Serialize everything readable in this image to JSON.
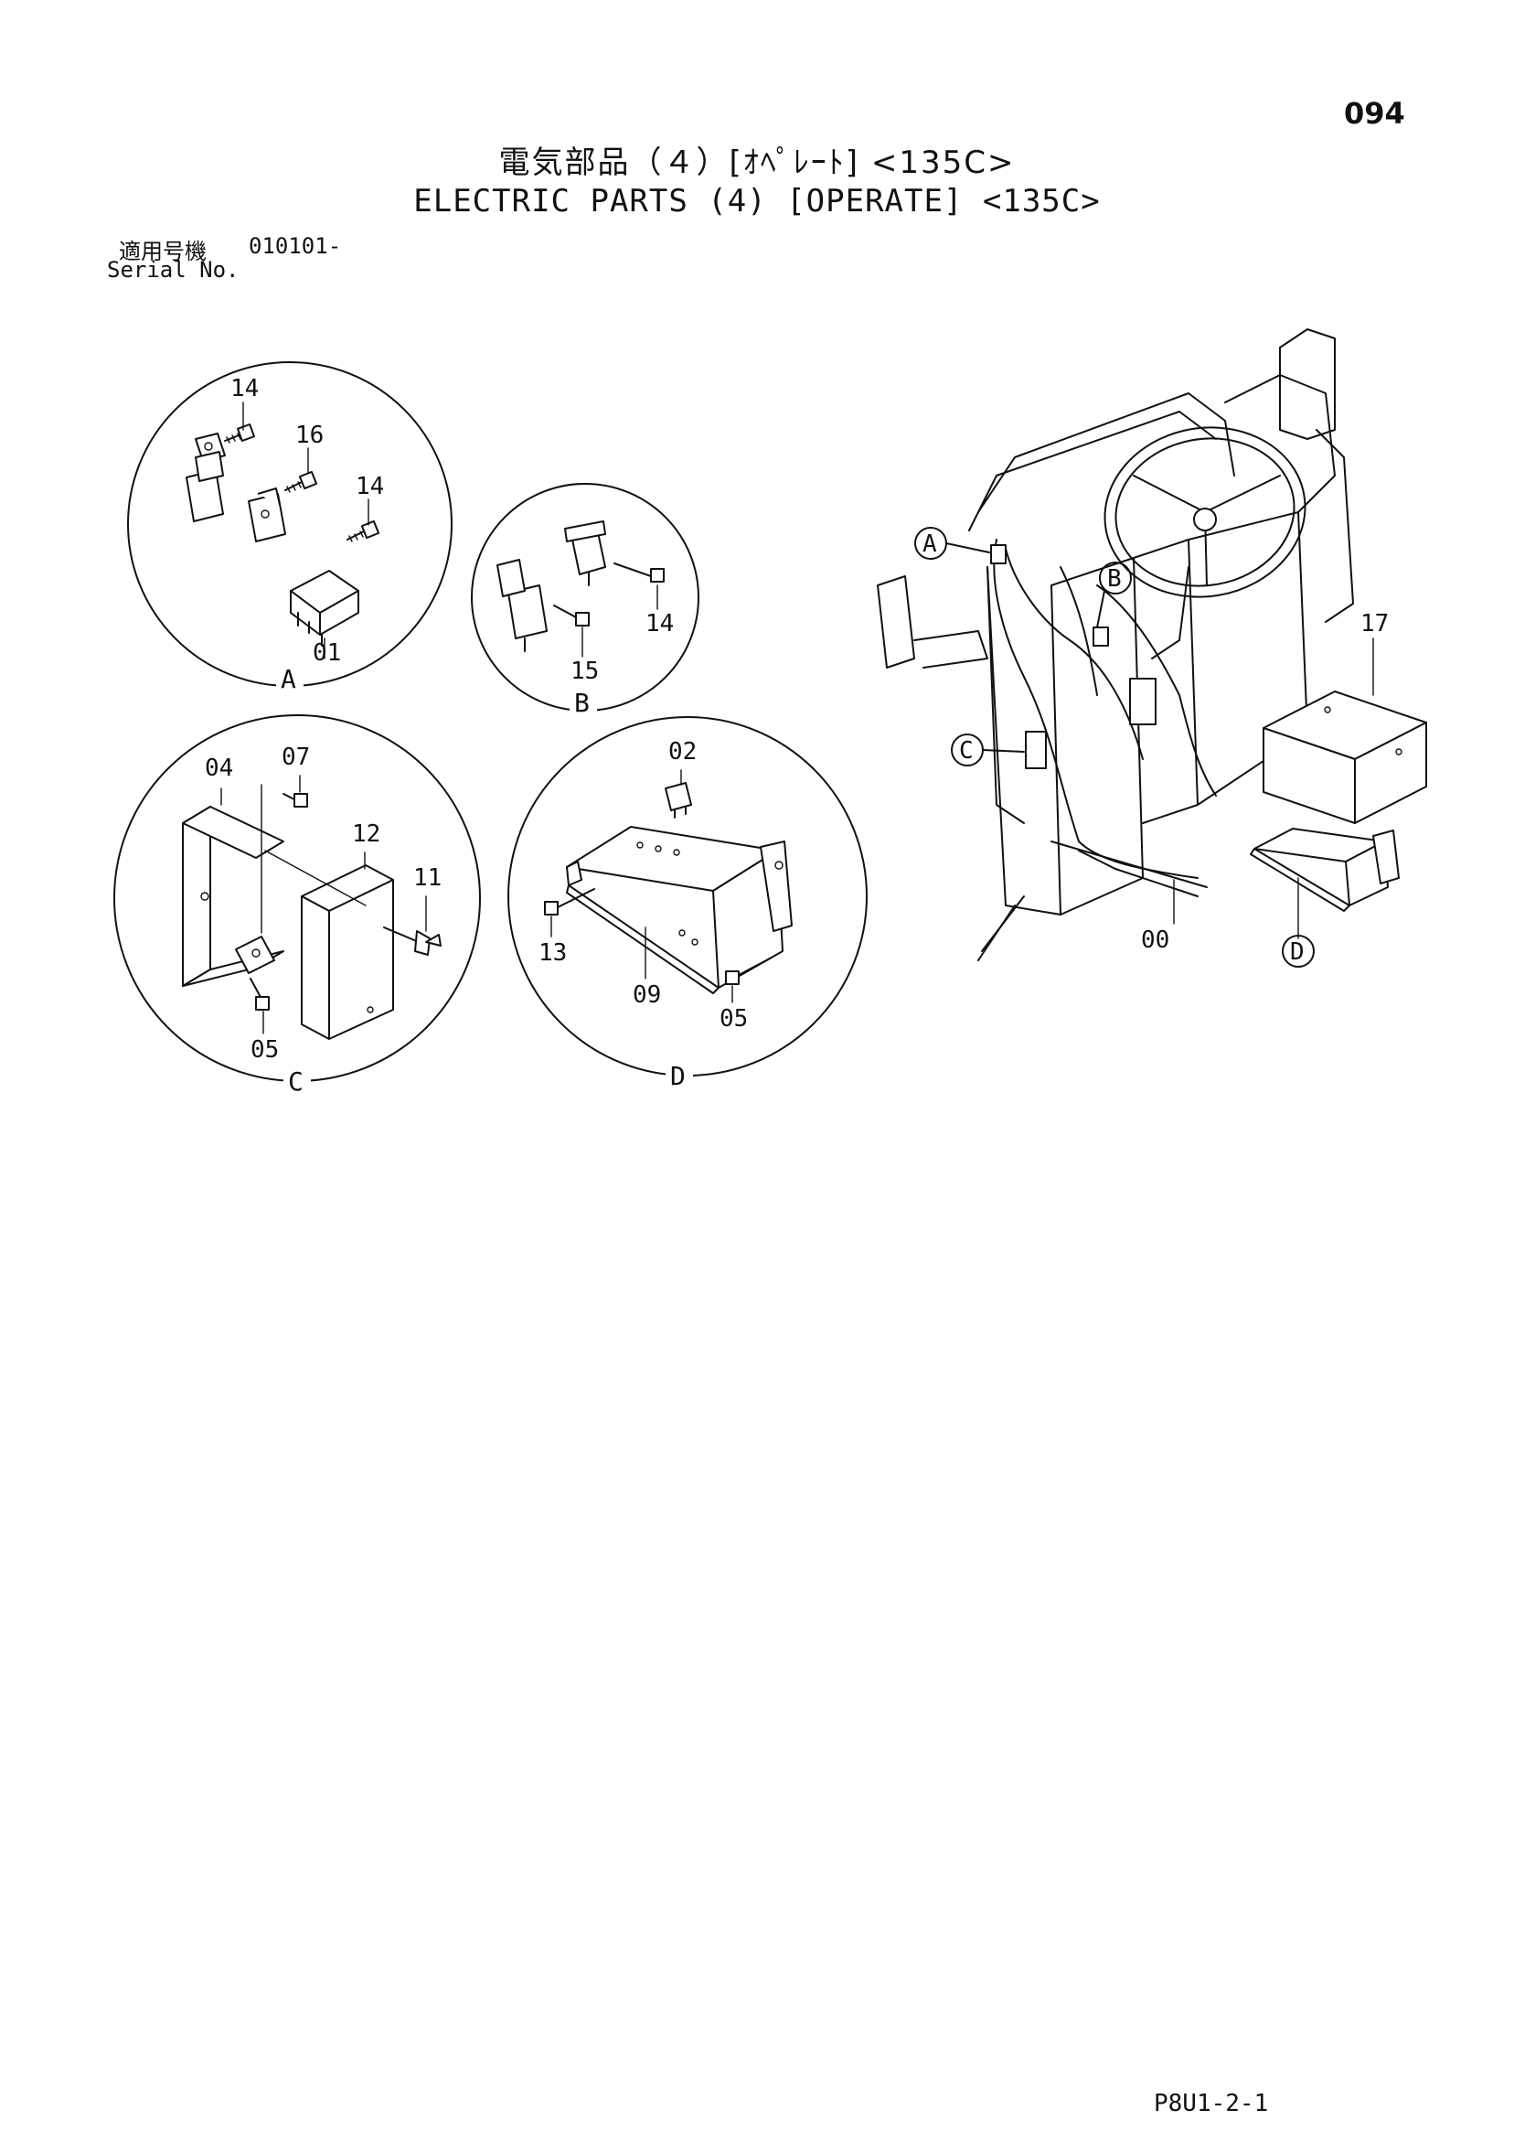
{
  "header": {
    "page_number": "094",
    "title_jp": "電気部品（４）[ｵﾍﾟﾚｰﾄ] <135C>",
    "title_en": "ELECTRIC PARTS (4) [OPERATE] <135C>",
    "serial_jp": "適用号機",
    "serial_range": "010101-",
    "serial_en": "Serial No."
  },
  "detail_views": {
    "A": {
      "letter": "A",
      "labels": [
        "14",
        "16",
        "14",
        "01"
      ]
    },
    "B": {
      "letter": "B",
      "labels": [
        "14",
        "15"
      ]
    },
    "C": {
      "letter": "C",
      "labels": [
        "04",
        "07",
        "12",
        "11",
        "05"
      ]
    },
    "D": {
      "letter": "D",
      "labels": [
        "02",
        "13",
        "09",
        "05"
      ]
    }
  },
  "main_view": {
    "callouts": [
      "A",
      "B",
      "C",
      "D"
    ],
    "labels": [
      "17",
      "00"
    ]
  },
  "footer": {
    "code": "P8U1-2-1"
  }
}
